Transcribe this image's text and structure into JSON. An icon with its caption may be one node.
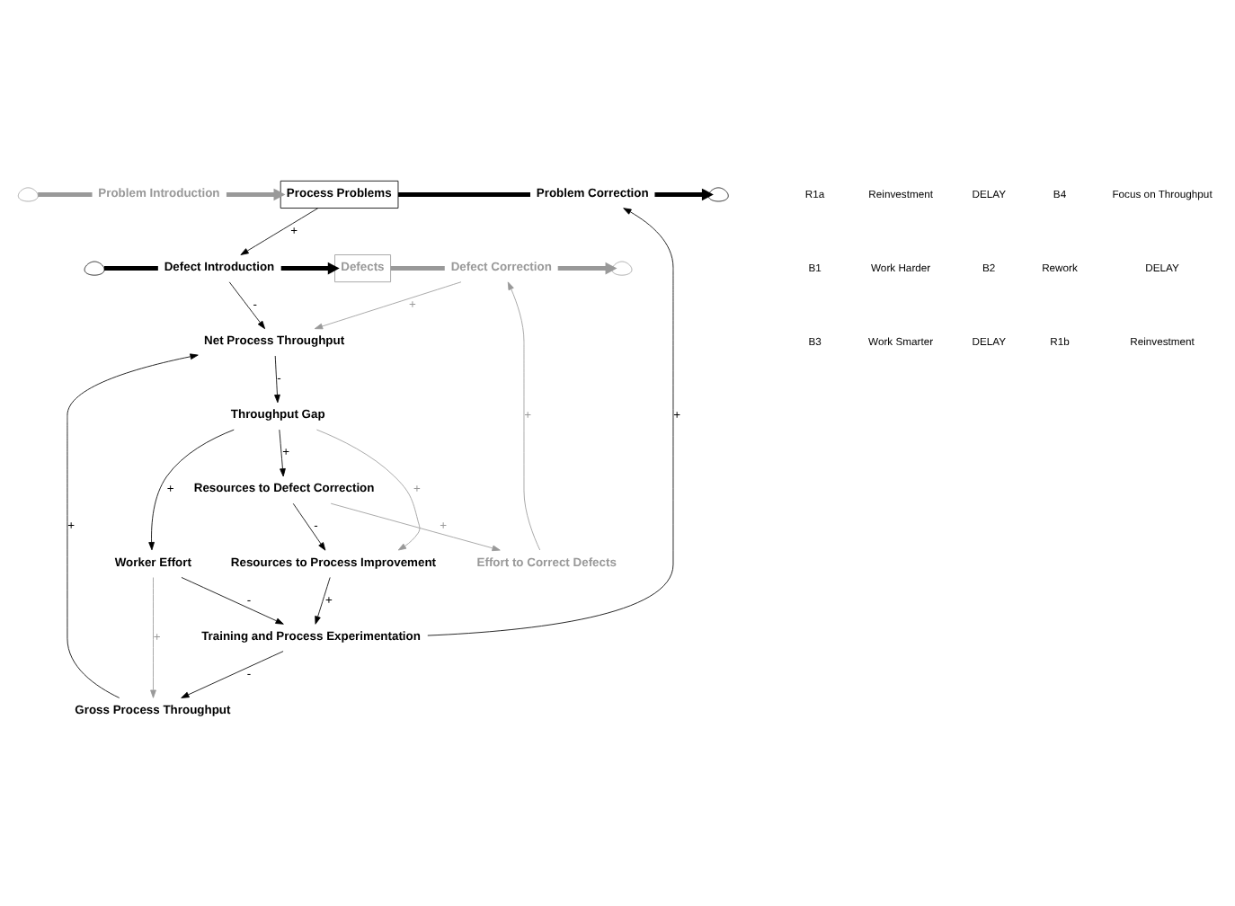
{
  "diagram": {
    "nodes": [
      {
        "text": [],
        "shape": "cloud"
      },
      {
        "text": [
          "Process Problems"
        ]
      },
      {
        "text": [],
        "shape": "cloud"
      },
      {
        "text": [
          "Problem Introduction"
        ]
      },
      {
        "text": [
          "Problem Correction"
        ]
      },
      {
        "text": [],
        "shape": "cloud"
      },
      {
        "text": [
          "Defects"
        ]
      },
      {
        "text": [],
        "shape": "cloud"
      },
      {
        "text": [
          "Defect Introduction"
        ]
      },
      {
        "text": [
          "Defect Correction"
        ]
      },
      {
        "text": [
          "Gross Process Throughput"
        ]
      },
      {
        "text": [
          "Net Process Throughput"
        ]
      },
      {
        "text": [
          "Effort to Correct Defects"
        ]
      },
      {
        "text": [
          "Training and Process Experimentation"
        ]
      },
      {
        "text": [
          "Throughput Gap"
        ]
      },
      {
        "text": [
          "Worker Effort"
        ]
      },
      {
        "text": [
          "Resources to Process Improvement"
        ]
      },
      {
        "text": [
          "Resources to Defect Correction"
        ]
      }
    ],
    "edges": [
      {
        "from": 0,
        "to": 3,
        "arrow": "none",
        "style": "thick",
        "color": "#999999"
      },
      {
        "from": 3,
        "to": 1,
        "arrow": "to",
        "style": "thick",
        "color": "#999999"
      },
      {
        "from": 1,
        "to": 4,
        "arrow": "none",
        "style": "thick"
      },
      {
        "from": 4,
        "to": 2,
        "arrow": "to",
        "style": "thick"
      },
      {
        "from": 5,
        "to": 8,
        "arrow": "none",
        "style": "thick"
      },
      {
        "from": 8,
        "to": 6,
        "arrow": "to",
        "style": "thick"
      },
      {
        "from": 6,
        "to": 9,
        "arrow": "none",
        "style": "thick",
        "color": "#999999"
      },
      {
        "from": 9,
        "to": 7,
        "arrow": "to",
        "style": "thick",
        "color": "#999999"
      },
      {
        "from": 1,
        "to": 8,
        "arrow": "to",
        "label": "+"
      },
      {
        "from": 13,
        "to": 4,
        "arrow": "to",
        "label": "+"
      },
      {
        "from": 8,
        "to": 11,
        "arrow": "to",
        "label": "-"
      },
      {
        "from": 9,
        "to": 11,
        "arrow": "to",
        "label": "+",
        "color": "#999999"
      },
      {
        "from": 10,
        "to": 11,
        "arrow": "to",
        "label": "+"
      },
      {
        "from": 11,
        "to": 14,
        "arrow": "to",
        "label": "-"
      },
      {
        "from": 14,
        "to": 15,
        "arrow": "to",
        "label": "+"
      },
      {
        "from": 15,
        "to": 10,
        "arrow": "to",
        "label": "+",
        "color": "#999999"
      },
      {
        "from": 15,
        "to": 13,
        "arrow": "to",
        "label": "-"
      },
      {
        "from": 13,
        "to": 10,
        "arrow": "to",
        "label": "-"
      },
      {
        "from": 14,
        "to": 16,
        "arrow": "to",
        "label": "+",
        "color": "#999999"
      },
      {
        "from": 14,
        "to": 17,
        "arrow": "to",
        "label": "+"
      },
      {
        "from": 17,
        "to": 16,
        "arrow": "to",
        "label": "-"
      },
      {
        "from": 16,
        "to": 13,
        "arrow": "to",
        "label": "+"
      },
      {
        "from": 17,
        "to": 12,
        "arrow": "to",
        "label": "+",
        "color": "#999999"
      },
      {
        "from": 12,
        "to": 9,
        "arrow": "to",
        "label": "+",
        "color": "#999999"
      }
    ],
    "labels": [
      "R1a",
      "Reinvestment",
      "DELAY",
      "B4",
      "Focus on Throughput",
      "B1",
      "Work Harder",
      "B2",
      "Rework",
      "DELAY",
      "B3",
      "Work Smarter",
      "DELAY",
      "R1b",
      "Reinvestment"
    ]
  }
}
